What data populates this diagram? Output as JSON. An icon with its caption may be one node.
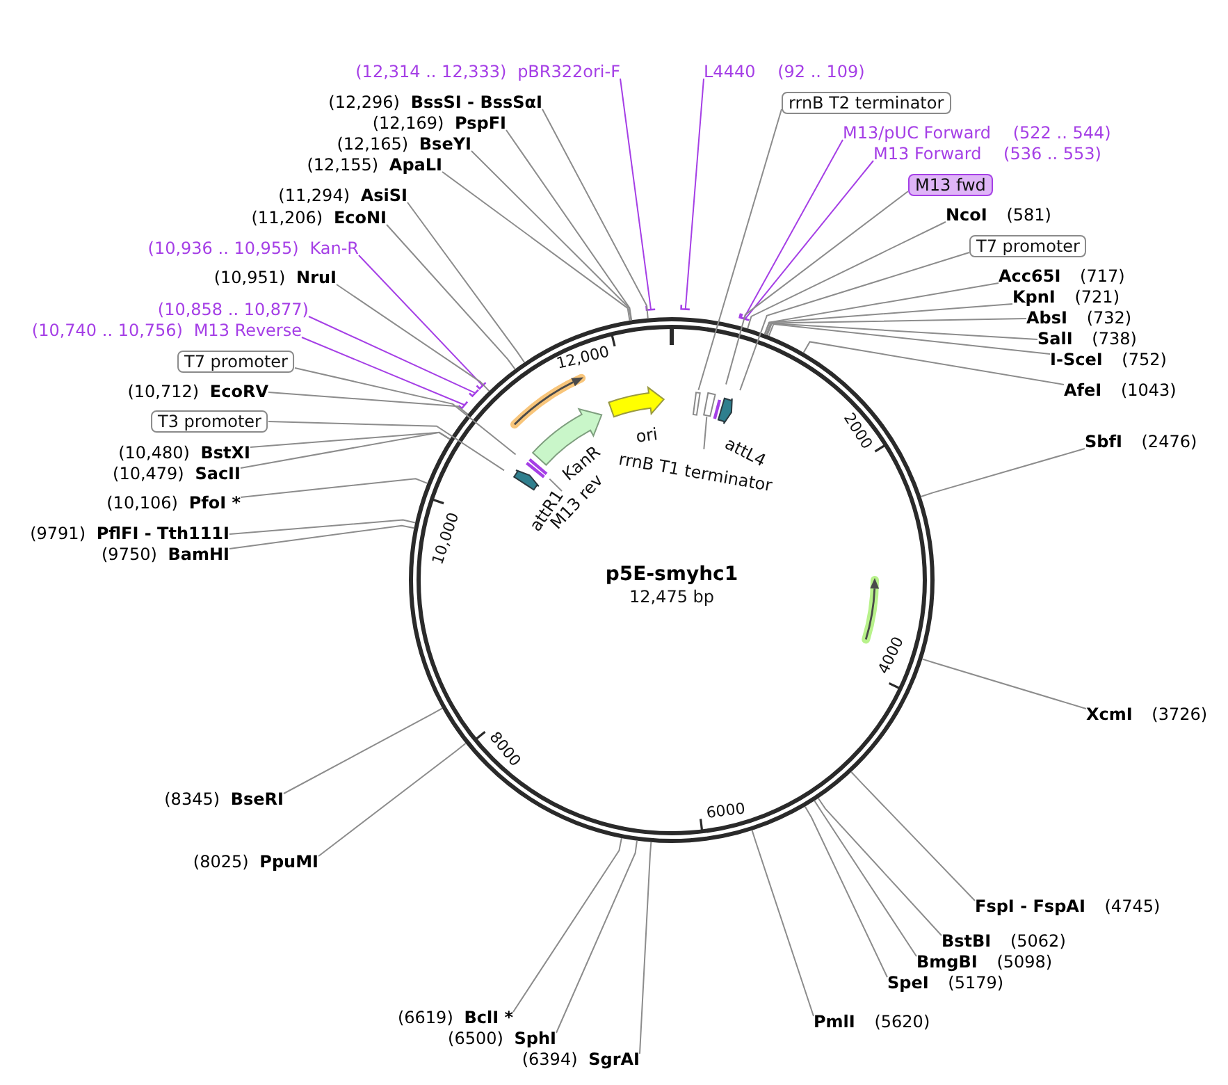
{
  "diagram": {
    "title": "p5E-smyhc1",
    "nodes": [
      {
        "text": [
          "(12,314 .. 12,333)",
          "pBR322ori-F"
        ]
      },
      {
        "text": [
          "(12,296)",
          "BssSI - BssSαI"
        ]
      },
      {
        "text": [
          "(12,169)",
          "PspFI"
        ]
      },
      {
        "text": [
          "(12,165)",
          "BseYI"
        ]
      },
      {
        "text": [
          "(12,155)",
          "ApaLI"
        ]
      },
      {
        "text": [
          "(11,294)",
          "AsiSI"
        ]
      },
      {
        "text": [
          "(11,206)",
          "EcoNI"
        ]
      },
      {
        "text": [
          "(10,936 .. 10,955)",
          "Kan-R"
        ]
      },
      {
        "text": [
          "(10,951)",
          "NruI"
        ]
      },
      {
        "text": [
          "(10,858 .. 10,877)"
        ]
      },
      {
        "text": [
          "(10,740 .. 10,756)",
          "M13 Reverse"
        ]
      },
      {
        "text": [
          "T7 promoter"
        ]
      },
      {
        "text": [
          "(10,712)",
          "EcoRV"
        ]
      },
      {
        "text": [
          "T3 promoter"
        ]
      },
      {
        "text": [
          "(10,480)",
          "BstXI"
        ]
      },
      {
        "text": [
          "(10,479)",
          "SacII"
        ]
      },
      {
        "text": [
          "(10,106)",
          "PfoI *"
        ]
      },
      {
        "text": [
          "(9791)",
          "PflFI - Tth111I"
        ]
      },
      {
        "text": [
          "(9750)",
          "BamHI"
        ]
      },
      {
        "text": [
          "(8345)",
          "BseRI"
        ]
      },
      {
        "text": [
          "(8025)",
          "PpuMI"
        ]
      },
      {
        "text": [
          "(6619)",
          "BclI *"
        ]
      },
      {
        "text": [
          "(6500)",
          "SphI"
        ]
      },
      {
        "text": [
          "(6394)",
          "SgrAI"
        ]
      },
      {
        "text": [
          "L4440",
          "(92 .. 109)"
        ]
      },
      {
        "text": [
          "rrnB T2 terminator"
        ]
      },
      {
        "text": [
          "M13/pUC Forward",
          "(522 .. 544)"
        ]
      },
      {
        "text": [
          "M13 Forward",
          "(536 .. 553)"
        ]
      },
      {
        "text": [
          "M13 fwd"
        ]
      },
      {
        "text": [
          "NcoI",
          "(581)"
        ]
      },
      {
        "text": [
          "T7 promoter"
        ]
      },
      {
        "text": [
          "Acc65I",
          "(717)"
        ]
      },
      {
        "text": [
          "KpnI",
          "(721)"
        ]
      },
      {
        "text": [
          "AbsI",
          "(732)"
        ]
      },
      {
        "text": [
          "SalI",
          "(738)"
        ]
      },
      {
        "text": [
          "I-SceI",
          "(752)"
        ]
      },
      {
        "text": [
          "AfeI",
          "(1043)"
        ]
      },
      {
        "text": [
          "SbfI",
          "(2476)"
        ]
      },
      {
        "text": [
          "XcmI",
          "(3726)"
        ]
      },
      {
        "text": [
          "FspI - FspAI",
          "(4745)"
        ]
      },
      {
        "text": [
          "BstBI",
          "(5062)"
        ]
      },
      {
        "text": [
          "BmgBI",
          "(5098)"
        ]
      },
      {
        "text": [
          "SpeI",
          "(5179)"
        ]
      },
      {
        "text": [
          "PmlI",
          "(5620)"
        ]
      },
      {
        "text": [
          "rrnB T1 terminator"
        ]
      },
      {
        "text": [
          "M13 rev"
        ]
      }
    ],
    "edges": [
      {
        "from": 0,
        "to": null,
        "arrow": "none",
        "color": "#a53fe6"
      },
      {
        "from": 1,
        "to": null,
        "arrow": "none"
      },
      {
        "from": 2,
        "to": null,
        "arrow": "none"
      },
      {
        "from": 3,
        "to": null,
        "arrow": "none"
      },
      {
        "from": 4,
        "to": null,
        "arrow": "none"
      },
      {
        "from": 5,
        "to": null,
        "arrow": "none"
      },
      {
        "from": 6,
        "to": null,
        "arrow": "none"
      },
      {
        "from": 7,
        "to": null,
        "arrow": "none",
        "color": "#a53fe6"
      },
      {
        "from": 8,
        "to": null,
        "arrow": "none"
      },
      {
        "from": 9,
        "to": null,
        "arrow": "none",
        "color": "#a53fe6"
      },
      {
        "from": 10,
        "to": null,
        "arrow": "none",
        "color": "#a53fe6"
      },
      {
        "from": 11,
        "to": null,
        "arrow": "none"
      },
      {
        "from": 12,
        "to": null,
        "arrow": "none"
      },
      {
        "from": 13,
        "to": null,
        "arrow": "none"
      },
      {
        "from": 14,
        "to": null,
        "arrow": "none"
      },
      {
        "from": 15,
        "to": null,
        "arrow": "none"
      },
      {
        "from": 16,
        "to": null,
        "arrow": "none"
      },
      {
        "from": 17,
        "to": null,
        "arrow": "none"
      },
      {
        "from": 18,
        "to": null,
        "arrow": "none"
      },
      {
        "from": 19,
        "to": null,
        "arrow": "none"
      },
      {
        "from": 20,
        "to": null,
        "arrow": "none"
      },
      {
        "from": 21,
        "to": null,
        "arrow": "none"
      },
      {
        "from": 22,
        "to": null,
        "arrow": "none"
      },
      {
        "from": 23,
        "to": null,
        "arrow": "none"
      },
      {
        "from": 24,
        "to": null,
        "arrow": "none",
        "color": "#a53fe6"
      },
      {
        "from": 25,
        "to": null,
        "arrow": "none"
      },
      {
        "from": 26,
        "to": null,
        "arrow": "none",
        "color": "#a53fe6"
      },
      {
        "from": 27,
        "to": null,
        "arrow": "none",
        "color": "#a53fe6"
      },
      {
        "from": 28,
        "to": null,
        "arrow": "none"
      },
      {
        "from": 29,
        "to": null,
        "arrow": "none"
      },
      {
        "from": 30,
        "to": null,
        "arrow": "none"
      },
      {
        "from": 31,
        "to": null,
        "arrow": "none"
      },
      {
        "from": 32,
        "to": null,
        "arrow": "none"
      },
      {
        "from": 33,
        "to": null,
        "arrow": "none"
      },
      {
        "from": 34,
        "to": null,
        "arrow": "none"
      },
      {
        "from": 35,
        "to": null,
        "arrow": "none"
      },
      {
        "from": 36,
        "to": null,
        "arrow": "none"
      },
      {
        "from": 37,
        "to": null,
        "arrow": "none"
      },
      {
        "from": 38,
        "to": null,
        "arrow": "none"
      },
      {
        "from": 39,
        "to": null,
        "arrow": "none"
      },
      {
        "from": 40,
        "to": null,
        "arrow": "none"
      },
      {
        "from": 41,
        "to": null,
        "arrow": "none"
      },
      {
        "from": 42,
        "to": null,
        "arrow": "none"
      },
      {
        "from": 43,
        "to": null,
        "arrow": "none"
      },
      {
        "from": 44,
        "to": null,
        "arrow": "none"
      },
      {
        "from": 45,
        "to": null,
        "arrow": "none"
      }
    ],
    "labels": [
      "12,000",
      "KanR",
      "ori",
      "attL4",
      "attR1",
      "2000",
      "10,000",
      "12,475 bp",
      "4000",
      "8000",
      "6000"
    ]
  }
}
